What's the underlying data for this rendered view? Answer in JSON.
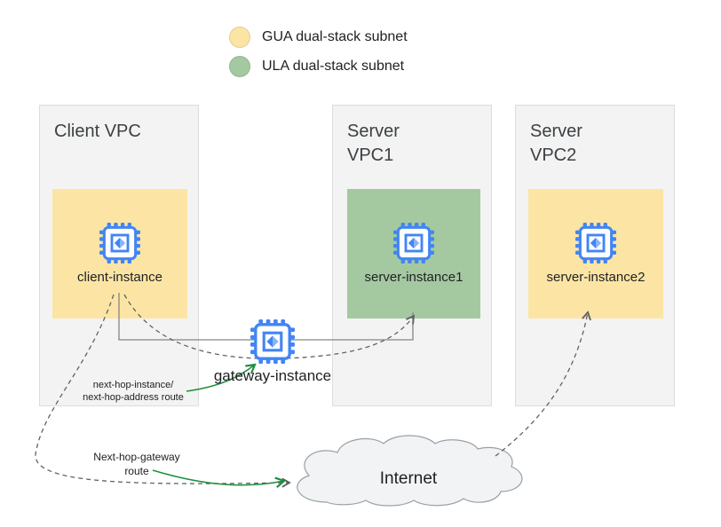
{
  "legend": {
    "items": [
      {
        "label": "GUA dual-stack subnet",
        "color": "#FCE5A4"
      },
      {
        "label": "ULA dual-stack subnet",
        "color": "#A4C9A1"
      }
    ]
  },
  "vpcs": [
    {
      "title": "Client VPC",
      "subnet_type": "GUA",
      "instance_label": "client-instance"
    },
    {
      "title": "Server\nVPC1",
      "subnet_type": "ULA",
      "instance_label": "server-instance1"
    },
    {
      "title": "Server\nVPC2",
      "subnet_type": "GUA",
      "instance_label": "server-instance2"
    }
  ],
  "gateway_label": "gateway-instance",
  "internet_label": "Internet",
  "routes": {
    "next_hop_instance_label": "next-hop-instance/\nnext-hop-address route",
    "next_hop_gateway_label": "Next-hop-gateway\nroute"
  },
  "connections": [
    {
      "from": "client-instance",
      "to": "gateway-instance",
      "style": "solid"
    },
    {
      "from": "gateway-instance",
      "to": "server-instance1",
      "style": "solid"
    },
    {
      "from": "client-instance",
      "to": "server-instance1",
      "style": "dashed"
    },
    {
      "from": "client-instance",
      "to": "Internet",
      "style": "dashed"
    },
    {
      "from": "Internet",
      "to": "server-instance2",
      "style": "dashed"
    }
  ],
  "colors": {
    "gua_subnet": "#FCE5A4",
    "ula_subnet": "#A4C9A1",
    "instance_blue": "#4285F4",
    "route_green": "#1E8E3E",
    "connector_gray": "#5F6368",
    "vpc_fill": "#F3F3F3"
  }
}
